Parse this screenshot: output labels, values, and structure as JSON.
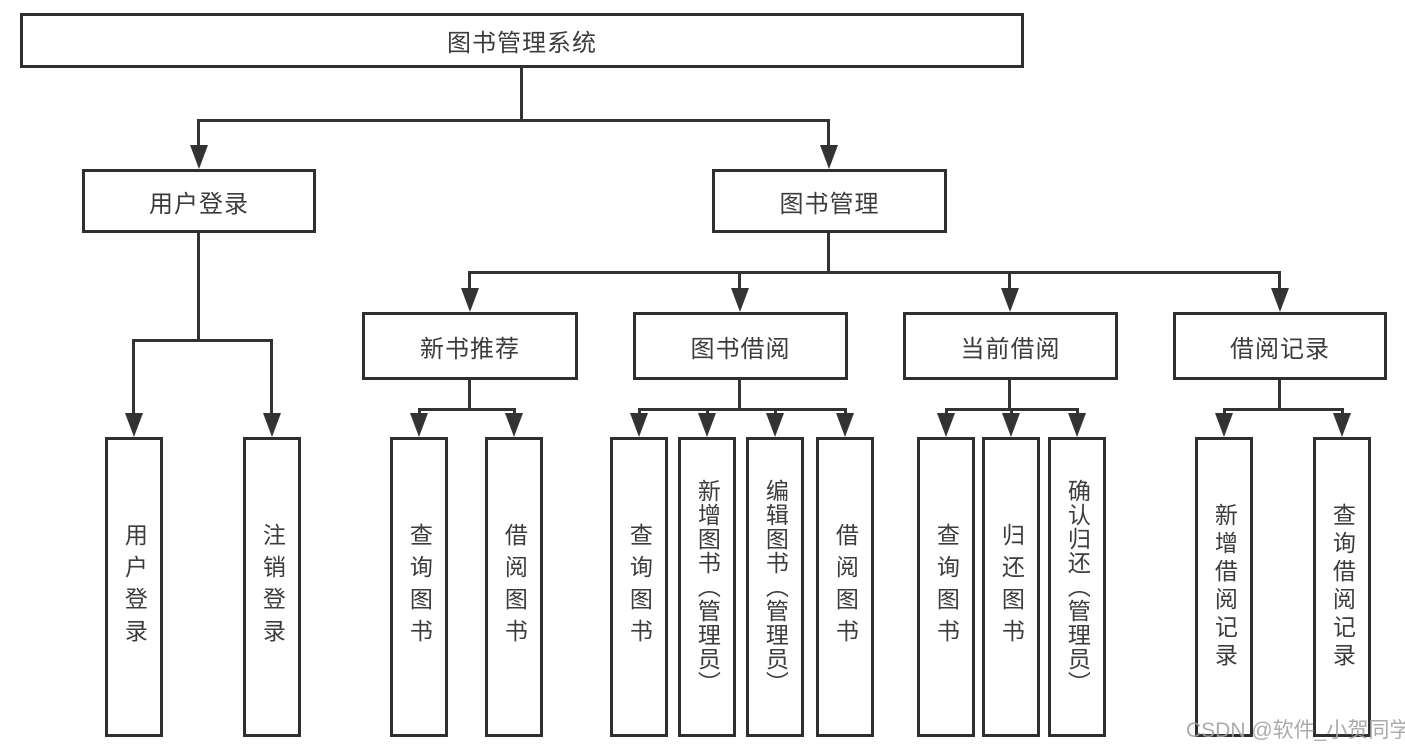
{
  "tree": {
    "root": {
      "label": "图书管理系统",
      "children": [
        {
          "label": "用户登录",
          "children": [
            {
              "label": "用户登录"
            },
            {
              "label": "注销登录"
            }
          ]
        },
        {
          "label": "图书管理",
          "children": [
            {
              "label": "新书推荐",
              "children": [
                {
                  "label": "查询图书"
                },
                {
                  "label": "借阅图书"
                }
              ]
            },
            {
              "label": "图书借阅",
              "children": [
                {
                  "label": "查询图书"
                },
                {
                  "label": "新增图书（管理员）"
                },
                {
                  "label": "编辑图书（管理员）"
                },
                {
                  "label": "借阅图书"
                }
              ]
            },
            {
              "label": "当前借阅",
              "children": [
                {
                  "label": "查询图书"
                },
                {
                  "label": "归还图书"
                },
                {
                  "label": "确认归还（管理员）"
                }
              ]
            },
            {
              "label": "借阅记录",
              "children": [
                {
                  "label": "新增借阅记录"
                },
                {
                  "label": "查询借阅记录"
                }
              ]
            }
          ]
        }
      ]
    }
  },
  "watermark": {
    "text": "CSDN @软件_小贺同学"
  },
  "colors": {
    "line": "#333333",
    "box_border": "#2f2f2f",
    "text": "#3c3c3c",
    "background": "#ffffff",
    "watermark": "#a3a3a3"
  }
}
